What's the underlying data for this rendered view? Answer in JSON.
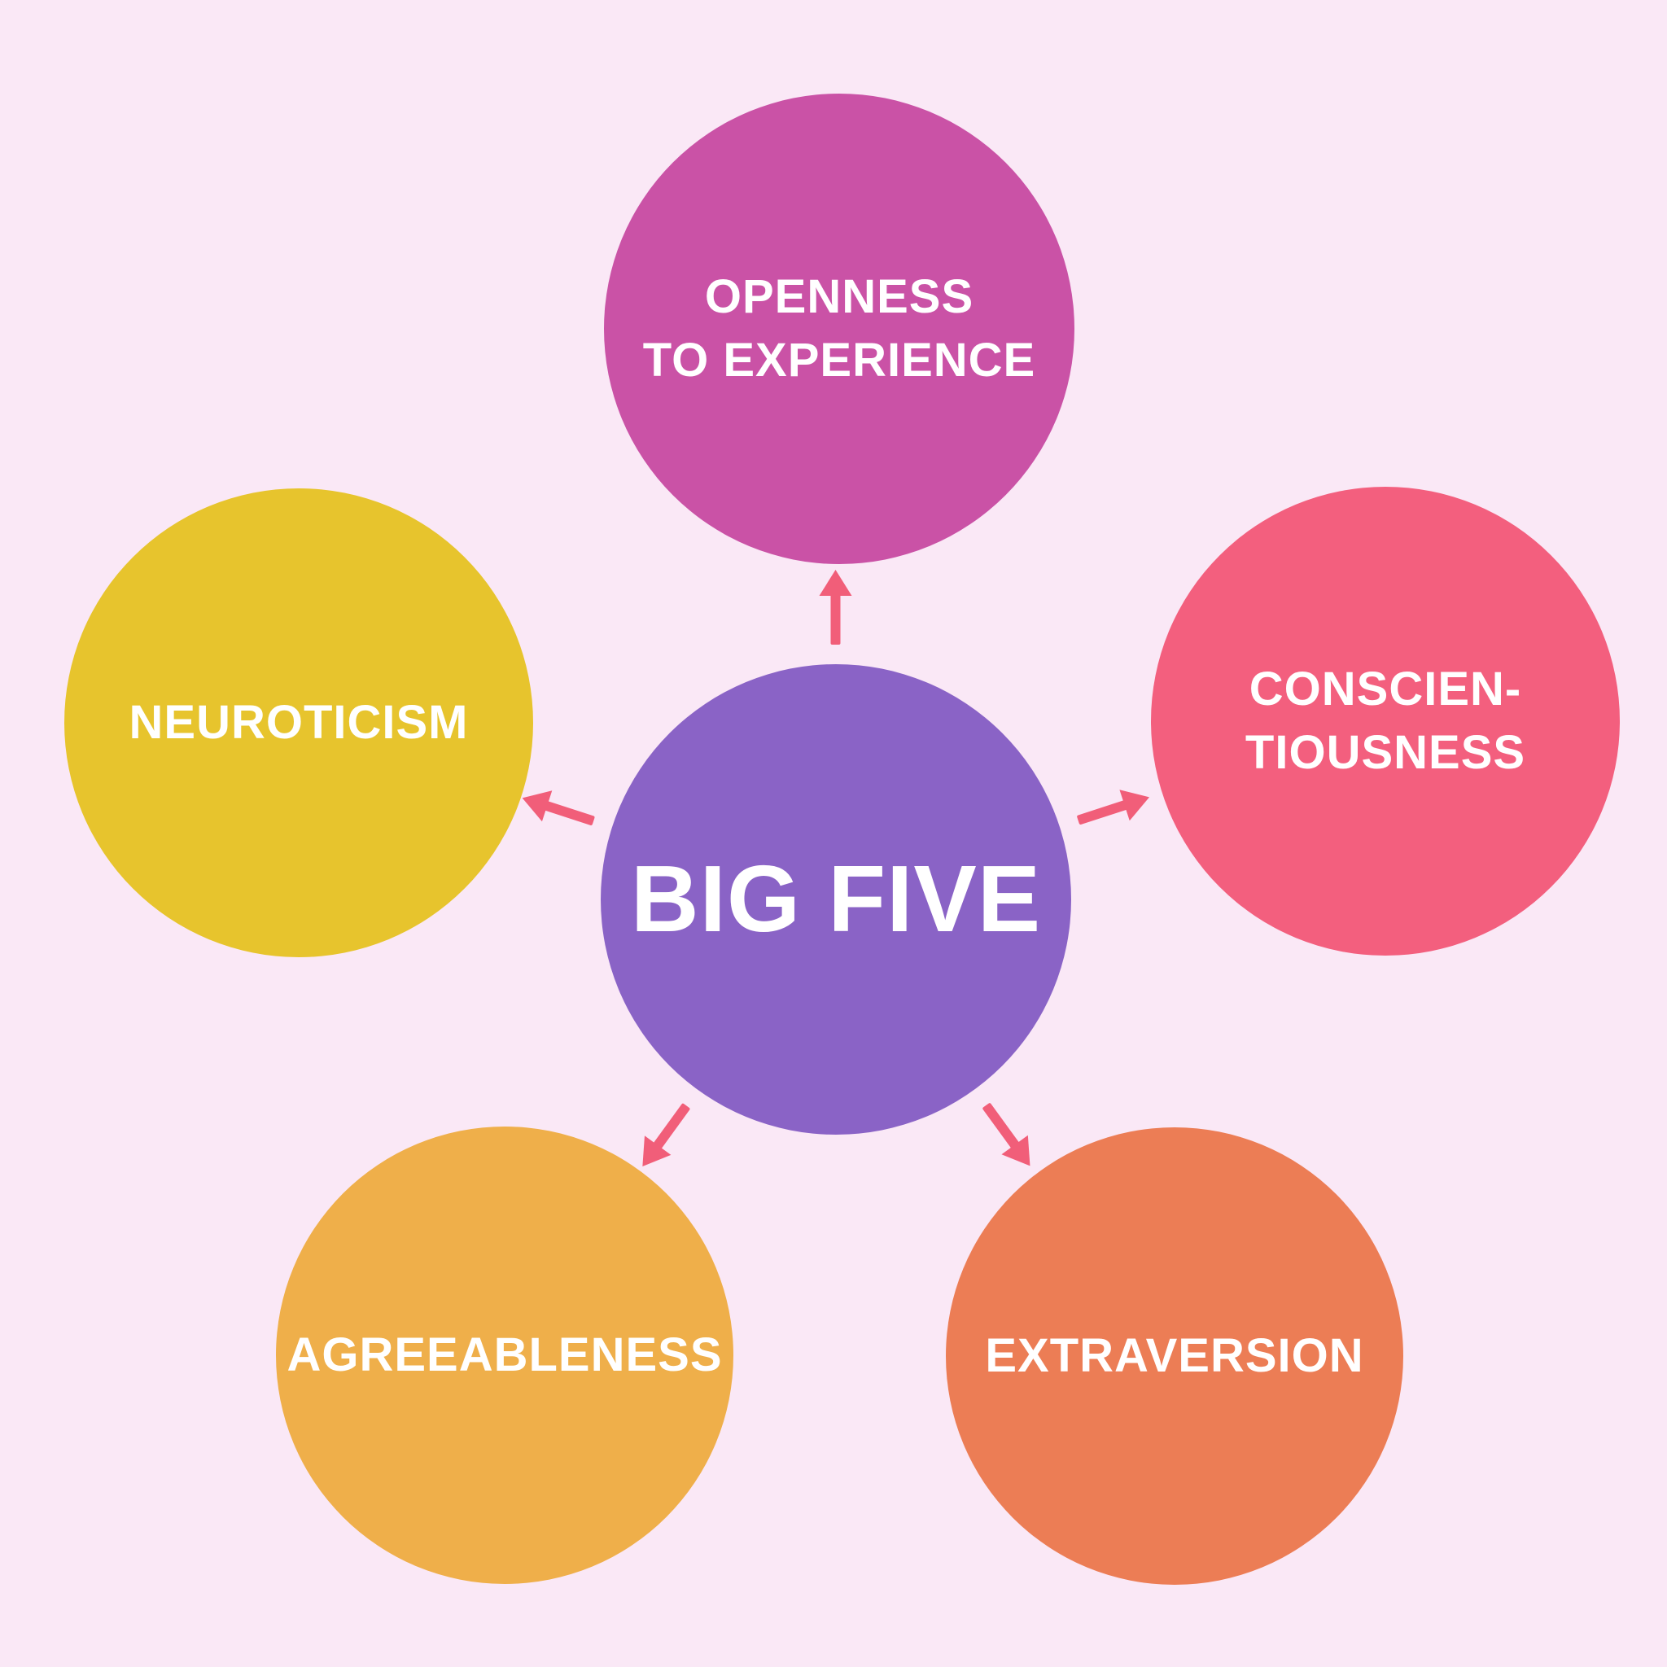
{
  "background_color": "#fae8f6",
  "center_node": {
    "label": "BIG FIVE",
    "color": "#8a63c6"
  },
  "satellite_nodes": [
    {
      "id": "openness",
      "label": "OPENNESS\nTO EXPERIENCE",
      "color": "#ca52a6",
      "position": "top"
    },
    {
      "id": "conscientiousness",
      "label": "CONSCIEN-\nTIOUSNESS",
      "color": "#f35f7e",
      "position": "right"
    },
    {
      "id": "extraversion",
      "label": "EXTRAVERSION",
      "color": "#ec7d55",
      "position": "bottom-right"
    },
    {
      "id": "agreeableness",
      "label": "AGREEABLENESS",
      "color": "#efaf4a",
      "position": "bottom-left"
    },
    {
      "id": "neuroticism",
      "label": "NEUROTICISM",
      "color": "#e7c42d",
      "position": "left"
    }
  ],
  "connector": {
    "color": "#f15e79",
    "style": "arrow",
    "direction": "outward-from-center"
  }
}
